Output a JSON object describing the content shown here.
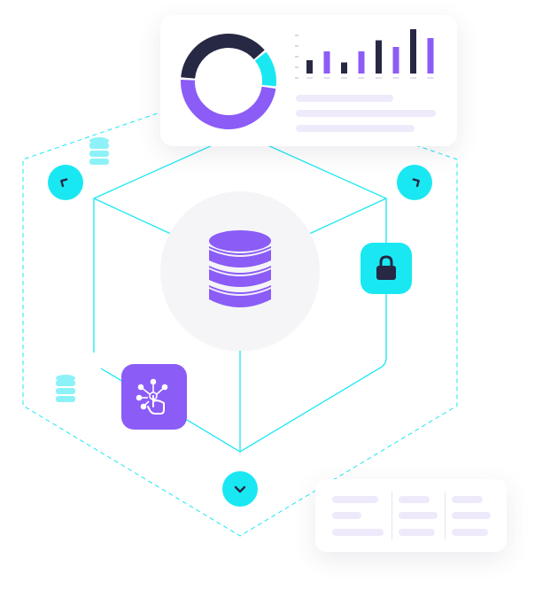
{
  "colors": {
    "accent_cyan": "#19e8f2",
    "accent_purple": "#8b5cf6",
    "dark_navy": "#262844",
    "placeholder_lavender": "#eeeafb",
    "card_background": "#ffffff",
    "center_background": "#f5f5f7"
  },
  "icons": {
    "database": "database-icon",
    "small_database": "database-icon",
    "lock": "lock-icon",
    "touch_network": "touch-network-icon",
    "chevron_down": "chevron-down-icon",
    "corner_arrow_left": "corner-arrow-icon",
    "corner_arrow_right": "corner-arrow-icon"
  },
  "dashboard_card": {
    "donut_segments": [
      {
        "color": "#262844",
        "fraction": 0.38
      },
      {
        "color": "#19e8f2",
        "fraction": 0.13
      },
      {
        "color": "#8b5cf6",
        "fraction": 0.49
      }
    ],
    "bars": [
      {
        "value": 0.3,
        "color": "#262844"
      },
      {
        "value": 0.5,
        "color": "#8b5cf6"
      },
      {
        "value": 0.25,
        "color": "#262844"
      },
      {
        "value": 0.5,
        "color": "#8b5cf6"
      },
      {
        "value": 0.75,
        "color": "#262844"
      },
      {
        "value": 0.6,
        "color": "#8b5cf6"
      },
      {
        "value": 1.0,
        "color": "#262844"
      },
      {
        "value": 0.8,
        "color": "#8b5cf6"
      }
    ]
  }
}
